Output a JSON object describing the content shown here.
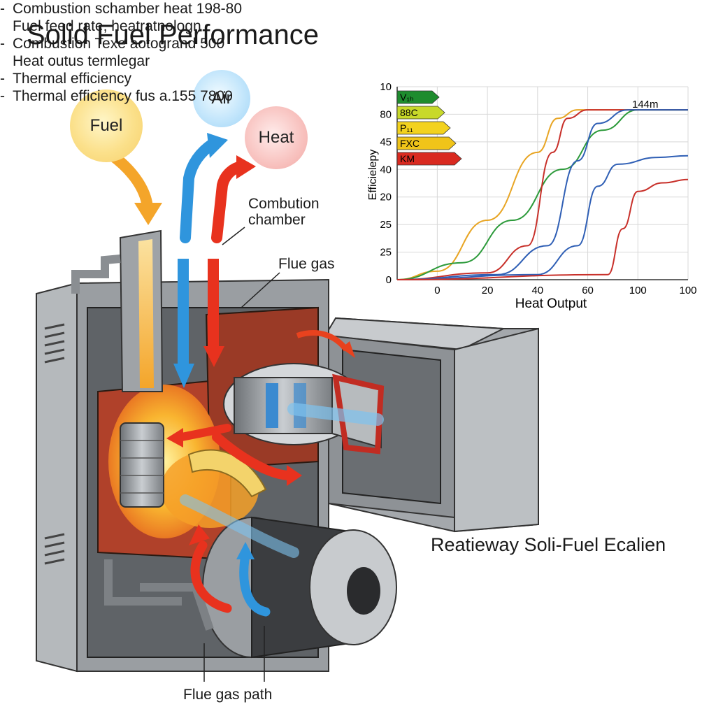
{
  "title": "Solid Fuel Performance",
  "bubbles": {
    "fuel": "Fuel",
    "air": "Air",
    "heat": "Heat"
  },
  "labels": {
    "combustion_line1": "Combution",
    "combustion_line2": "chamber",
    "flue_gas": "Flue gas",
    "flue_gas_path": "Flue gas path"
  },
  "colors": {
    "fuel_arrow": "#f4a52a",
    "air_arrow": "#2f95dd",
    "heat_arrow": "#e8321e",
    "casing": "#8e9296",
    "chamber": "#b0412a"
  },
  "info": {
    "title": "Reatieway Soli-Fuel Ecalien",
    "items": [
      {
        "dash": "-",
        "text": "Combustion schamber heat 198-80"
      },
      {
        "dash": "",
        "text": "Fuel feed rate, heatratnologn"
      },
      {
        "dash": "-",
        "text": "Combustion Texe aotogrand 500"
      },
      {
        "dash": "",
        "text": "Heat outus termlegar"
      },
      {
        "dash": "-",
        "text": "Thermal efficiency"
      },
      {
        "dash": "-",
        "text": "Thermal efficiency fus a.155 7800"
      }
    ]
  },
  "chart_data": {
    "type": "line",
    "title": "",
    "xlabel": "Heat Output",
    "ylabel": "Efficielepy",
    "x_ticks": [
      "0",
      "20",
      "40",
      "60",
      "100",
      "100"
    ],
    "y_ticks": [
      "0",
      "25",
      "25",
      "20",
      "40",
      "45",
      "80",
      "10"
    ],
    "annotation": "144m",
    "grid": true,
    "legend_position": "top-left",
    "energy_labels": [
      {
        "text": "V₁ₕ",
        "color": "#1e8c2e"
      },
      {
        "text": "88C",
        "color": "#c8d92a"
      },
      {
        "text": "P₁₁",
        "color": "#f3d21e"
      },
      {
        "text": "FXC",
        "color": "#f0c419"
      },
      {
        "text": "KM",
        "color": "#d92a20"
      }
    ],
    "x_positions": [
      0,
      1,
      2,
      3,
      4,
      5
    ],
    "series": [
      {
        "color": "#e8a524",
        "values": [
          [
            -0.8,
            0
          ],
          [
            0,
            0.05
          ],
          [
            1,
            0.35
          ],
          [
            2,
            0.75
          ],
          [
            2.4,
            0.95
          ],
          [
            2.8,
            1
          ],
          [
            5,
            1
          ]
        ]
      },
      {
        "color": "#2c9a3a",
        "values": [
          [
            -0.8,
            0
          ],
          [
            0.5,
            0.1
          ],
          [
            1.5,
            0.35
          ],
          [
            2.5,
            0.65
          ],
          [
            3.3,
            0.88
          ],
          [
            4,
            1
          ],
          [
            5,
            1
          ]
        ]
      },
      {
        "color": "#c8302a",
        "values": [
          [
            -0.8,
            0
          ],
          [
            1,
            0.04
          ],
          [
            1.8,
            0.2
          ],
          [
            2.3,
            0.75
          ],
          [
            2.6,
            0.95
          ],
          [
            3,
            1
          ],
          [
            5,
            1
          ]
        ]
      },
      {
        "color": "#2f5fb5",
        "values": [
          [
            -0.8,
            0
          ],
          [
            1.2,
            0.03
          ],
          [
            2.2,
            0.2
          ],
          [
            2.8,
            0.7
          ],
          [
            3.2,
            0.92
          ],
          [
            3.8,
            1
          ],
          [
            5,
            1
          ]
        ]
      },
      {
        "color": "#2f5fb5",
        "values": [
          [
            -0.8,
            0
          ],
          [
            2,
            0.03
          ],
          [
            2.8,
            0.2
          ],
          [
            3.2,
            0.55
          ],
          [
            3.6,
            0.68
          ],
          [
            4.4,
            0.72
          ],
          [
            5,
            0.73
          ]
        ]
      },
      {
        "color": "#c8302a",
        "values": [
          [
            -0.8,
            0
          ],
          [
            3.4,
            0.03
          ],
          [
            3.7,
            0.3
          ],
          [
            4,
            0.52
          ],
          [
            4.5,
            0.57
          ],
          [
            5,
            0.59
          ]
        ]
      }
    ]
  }
}
